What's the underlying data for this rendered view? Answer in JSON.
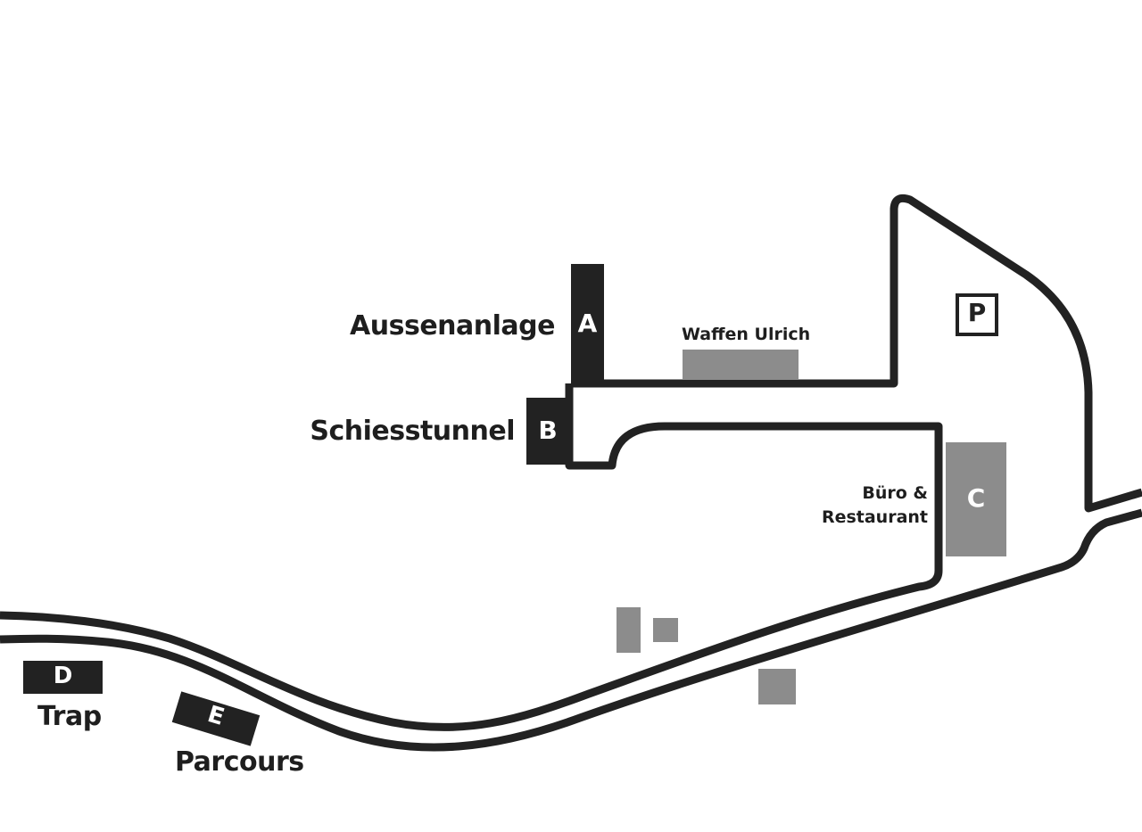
{
  "map": {
    "colors": {
      "road": "#222222",
      "building_dark": "#222222",
      "building_gray": "#8c8c8c",
      "background": "#ffffff"
    },
    "areas": [
      {
        "id": "A",
        "letter": "A",
        "label": "Aussenanlage"
      },
      {
        "id": "B",
        "letter": "B",
        "label": "Schiesstunnel"
      },
      {
        "id": "C",
        "letter": "C",
        "label_line1": "Büro &",
        "label_line2": "Restaurant"
      },
      {
        "id": "D",
        "letter": "D",
        "label": "Trap"
      },
      {
        "id": "E",
        "letter": "E",
        "label": "Parcours"
      }
    ],
    "shop_label": "Waffen Ulrich",
    "parking_letter": "P"
  }
}
